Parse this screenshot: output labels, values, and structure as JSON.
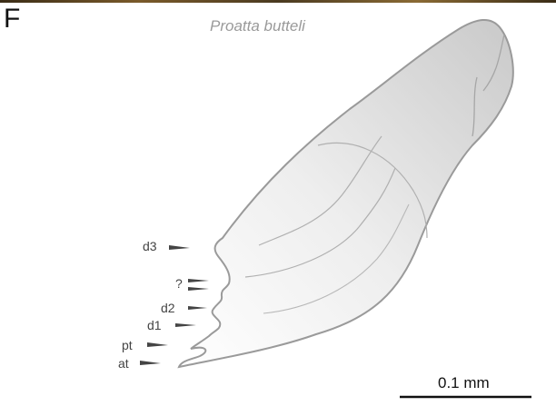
{
  "panel": {
    "letter": "F",
    "species": "Proatta butteli"
  },
  "labels": {
    "d3": "d3",
    "unknown": "?",
    "d2": "d2",
    "d1": "d1",
    "pt": "pt",
    "at": "at"
  },
  "scale_bar": {
    "label": "0.1 mm"
  }
}
